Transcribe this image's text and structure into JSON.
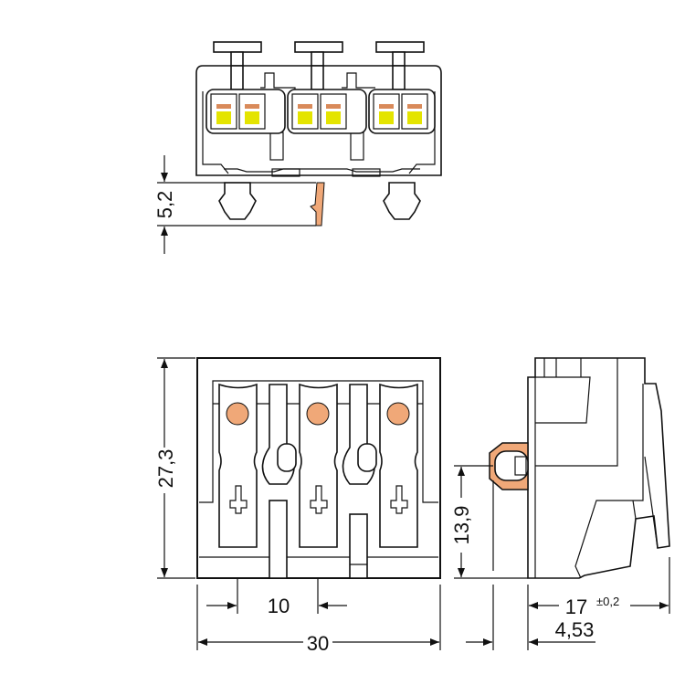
{
  "colors": {
    "line": "#111111",
    "contact": "#f0a878",
    "release": "#e4e400",
    "release_stripe": "#d98a5a"
  },
  "top_view": {
    "dim_height": "5,2"
  },
  "front_view": {
    "dim_height": "27,3",
    "dim_pitch": "10",
    "dim_width": "30"
  },
  "side_view": {
    "dim_pin_height": "13,9",
    "dim_depth": "17",
    "dim_depth_tolerance": "±0,2",
    "dim_offset": "4,53"
  }
}
